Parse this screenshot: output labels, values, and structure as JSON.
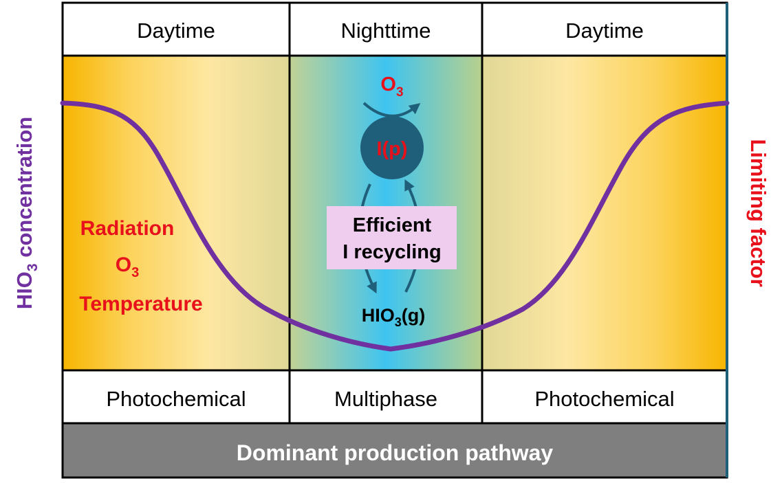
{
  "periods": [
    {
      "label": "Daytime",
      "pathway": "Photochemical"
    },
    {
      "label": "Nighttime",
      "pathway": "Multiphase"
    },
    {
      "label": "Daytime",
      "pathway": "Photochemical"
    }
  ],
  "y_axis_left": {
    "label_main": "HIO",
    "label_sub": "3",
    "label_rest": " concentration"
  },
  "y_axis_right": {
    "label": "Limiting factor"
  },
  "limiting_factors": {
    "radiation": "Radiation",
    "ozone_main": "O",
    "ozone_sub": "3",
    "temperature": "Temperature"
  },
  "mechanism": {
    "oxidant_main": "O",
    "oxidant_sub": "3",
    "particle": "I(p)",
    "box_line1": "Efficient",
    "box_line2": "I recycling",
    "product_main": "HIO",
    "product_sub": "3",
    "product_rest": "(g)"
  },
  "footer": {
    "label": "Dominant production pathway"
  },
  "colors": {
    "curve": "#7030a0",
    "daytime_gold": "#f5b400",
    "daytime_light": "#fde59a",
    "night_blue": "#3cc4f0",
    "night_green": "#b8d08c",
    "red_text": "#e8101a",
    "particle": "#1f5f7a",
    "box_fill": "#efcdef",
    "footer_bg": "#7f7f7f"
  }
}
